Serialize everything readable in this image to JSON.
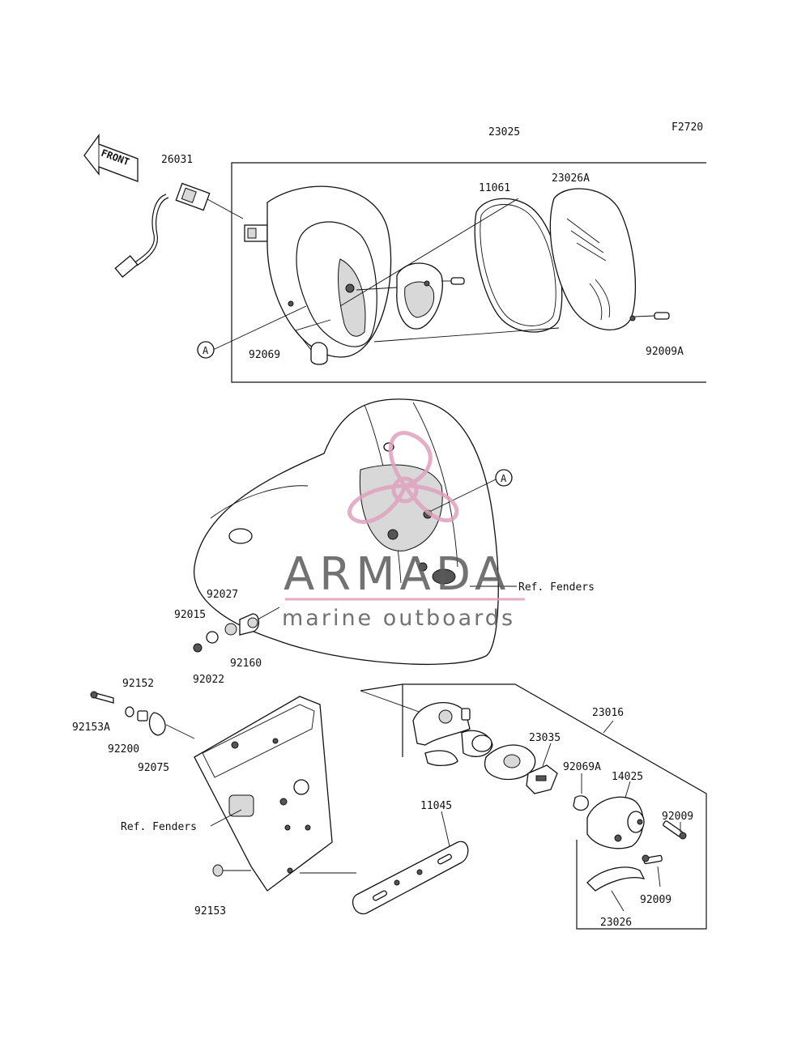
{
  "figure_code": "F2720",
  "front_label": "FRONT",
  "group_labels": {
    "taillight_assembly": "23025",
    "license_light_assembly": "23016"
  },
  "ref_labels": {
    "fenders_upper": "Ref. Fenders",
    "fenders_lower": "Ref. Fenders"
  },
  "callout_letters": {
    "a_left": "A",
    "a_right": "A"
  },
  "part_numbers": {
    "p26031": "26031",
    "p11061": "11061",
    "p23026A": "23026A",
    "p92069": "92069",
    "p92009A": "92009A",
    "p92027": "92027",
    "p92015": "92015",
    "p92160": "92160",
    "p92022": "92022",
    "p92152": "92152",
    "p92153A": "92153A",
    "p92200": "92200",
    "p92075": "92075",
    "p23035": "23035",
    "p92069A": "92069A",
    "p14025": "14025",
    "p92009_a": "92009",
    "p92009_b": "92009",
    "p23026": "23026",
    "p11045": "11045",
    "p92153": "92153"
  },
  "watermark": {
    "brand": "ARMADA",
    "tagline": "marine outboards",
    "logo_color": "#e0a2bd"
  }
}
